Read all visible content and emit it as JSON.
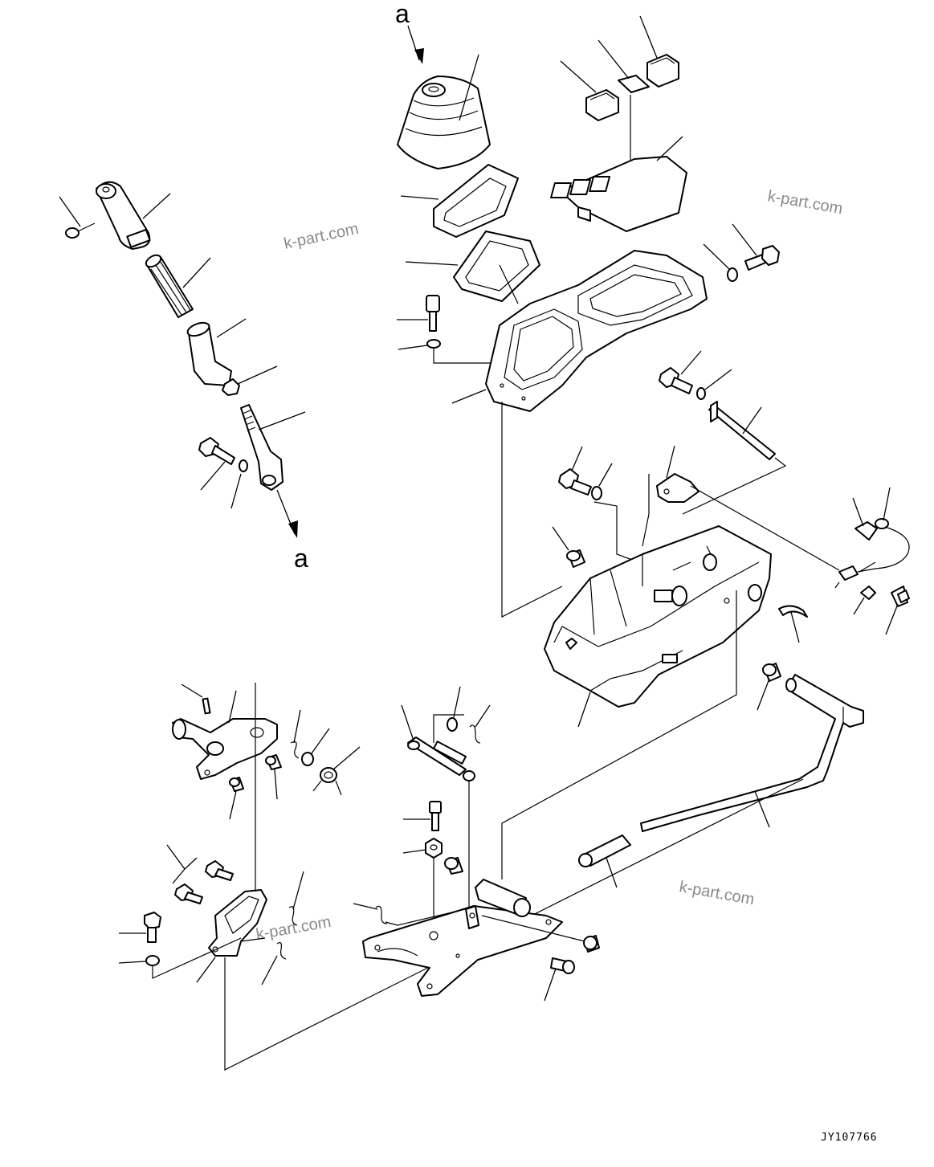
{
  "labels": {
    "upper_a": "a",
    "lower_a": "a"
  },
  "watermarks": [
    "k-part.com",
    "k-part.com",
    "k-part.com",
    "k-part.com"
  ],
  "drawing_code": "JY107766"
}
